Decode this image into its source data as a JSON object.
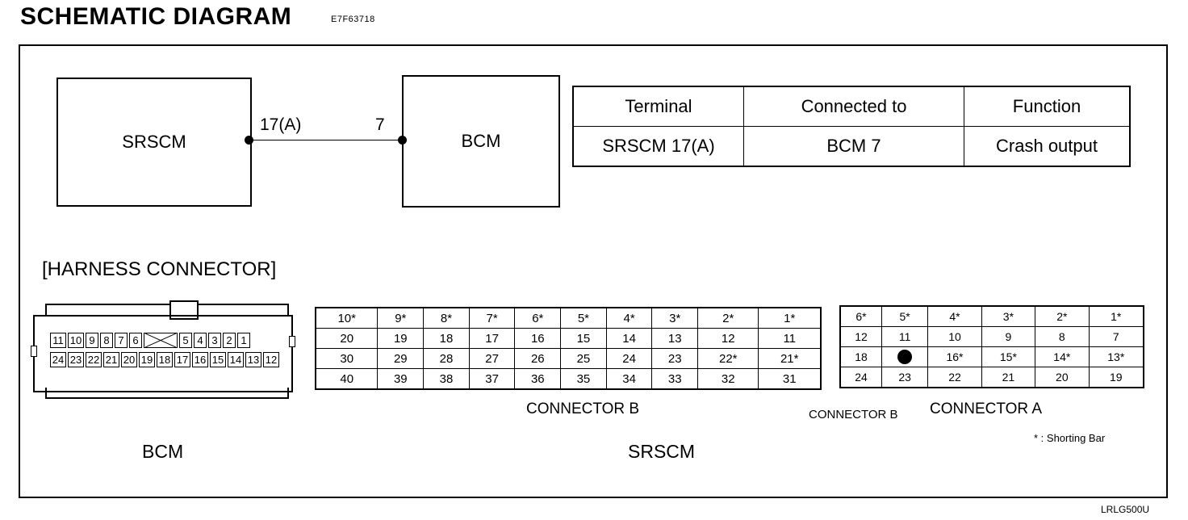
{
  "header": {
    "title": "SCHEMATIC DIAGRAM",
    "code": "E7F63718"
  },
  "schematic": {
    "left_box": "SRSCM",
    "right_box": "BCM",
    "left_pin": "17(A)",
    "right_pin": "7"
  },
  "info_table": {
    "headers": [
      "Terminal",
      "Connected to",
      "Function"
    ],
    "row": [
      "SRSCM 17(A)",
      "BCM 7",
      "Crash output"
    ]
  },
  "harness": {
    "title": "[HARNESS CONNECTOR]",
    "bcm_top": [
      "11",
      "10",
      "9",
      "8",
      "7",
      "6",
      "5",
      "4",
      "3",
      "2",
      "1"
    ],
    "bcm_bottom": [
      "24",
      "23",
      "22",
      "21",
      "20",
      "19",
      "18",
      "17",
      "16",
      "15",
      "14",
      "13",
      "12"
    ],
    "connector_b_rows": [
      [
        "10*",
        "9*",
        "8*",
        "7*",
        "6*",
        "5*",
        "4*",
        "3*",
        "2*",
        "1*"
      ],
      [
        "20",
        "19",
        "18",
        "17",
        "16",
        "15",
        "14",
        "13",
        "12",
        "11"
      ],
      [
        "30",
        "29",
        "28",
        "27",
        "26",
        "25",
        "24",
        "23",
        "22*",
        "21*"
      ],
      [
        "40",
        "39",
        "38",
        "37",
        "36",
        "35",
        "34",
        "33",
        "32",
        "31"
      ]
    ],
    "connector_a_rows": [
      [
        "6*",
        "5*",
        "4*",
        "3*",
        "2*",
        "1*"
      ],
      [
        "12",
        "11",
        "10",
        "9",
        "8",
        "7"
      ],
      [
        "18",
        "",
        "16*",
        "15*",
        "14*",
        "13*"
      ],
      [
        "24",
        "23",
        "22",
        "21",
        "20",
        "19"
      ]
    ],
    "connector_b_caption": "CONNECTOR B",
    "connector_b_caption_small": "CONNECTOR B",
    "connector_a_caption": "CONNECTOR A",
    "bcm_caption": "BCM",
    "srscm_caption": "SRSCM",
    "note": "* : Shorting Bar"
  },
  "footer": {
    "code": "LRLG500U"
  }
}
